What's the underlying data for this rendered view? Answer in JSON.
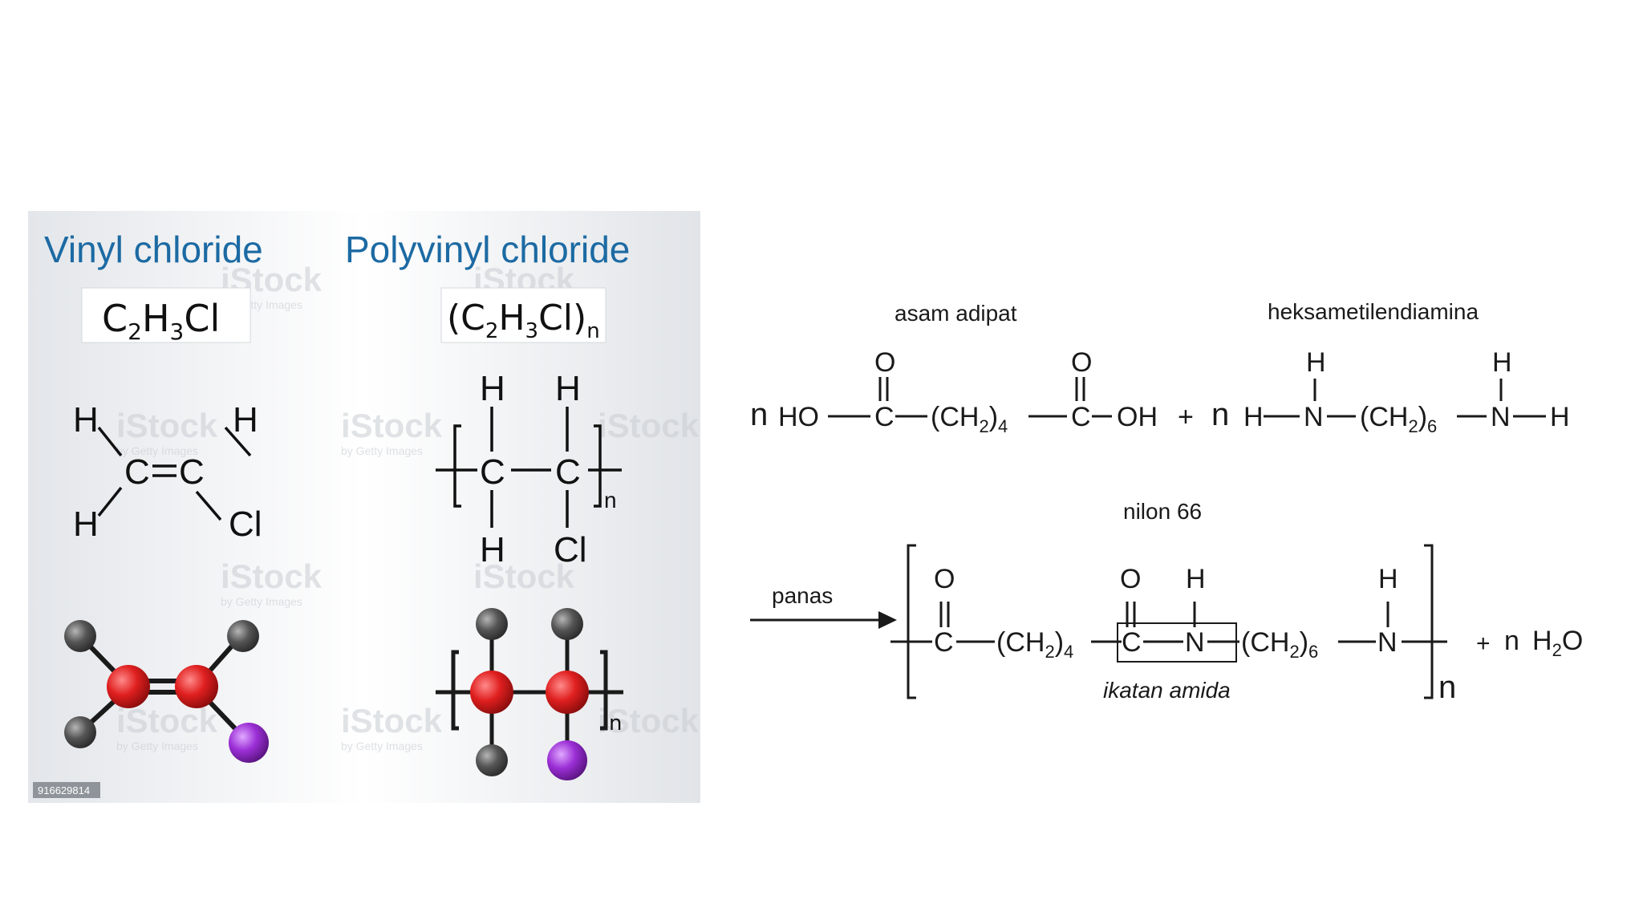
{
  "left_panel": {
    "vinyl_title": "Vinyl chloride",
    "pvc_title": "Polyvinyl chloride",
    "vinyl_formula": {
      "c": "C",
      "c_sub": "2",
      "h": "H",
      "h_sub": "3",
      "rest": "Cl"
    },
    "pvc_formula": {
      "open": "(C",
      "c_sub": "2",
      "h": "H",
      "h_sub": "3",
      "close": "Cl)",
      "n_sub": "n"
    },
    "atom_c": "C",
    "atom_h": "H",
    "atom_cl": "Cl",
    "repeat_n": "n",
    "watermark": "iStock",
    "watermark_sub": "by Getty Images",
    "image_id": "916629814",
    "colors": {
      "title": "#1c6aa3",
      "carbon": "#e01f1f",
      "hydrogen": "#555555",
      "chlorine": "#9b2fd6"
    }
  },
  "right_panel": {
    "label_adipic": "asam adipat",
    "label_hexa": "heksametilendiamina",
    "label_product": "nilon 66",
    "label_heat": "panas",
    "label_amide": "ikatan amida",
    "coef_n": "n",
    "ho": "HO",
    "oh": "OH",
    "plus": "+",
    "atom_c": "C",
    "atom_o": "O",
    "atom_n": "N",
    "atom_h": "H",
    "ch2_open": "(CH",
    "ch2_sub": "2",
    "ch2_close": ")",
    "sub_4": "4",
    "sub_6": "6",
    "water_h": "H",
    "water_sub": "2",
    "water_o": "O",
    "polymer_n": "n",
    "colors": {
      "ink": "#1a1a1a"
    }
  }
}
